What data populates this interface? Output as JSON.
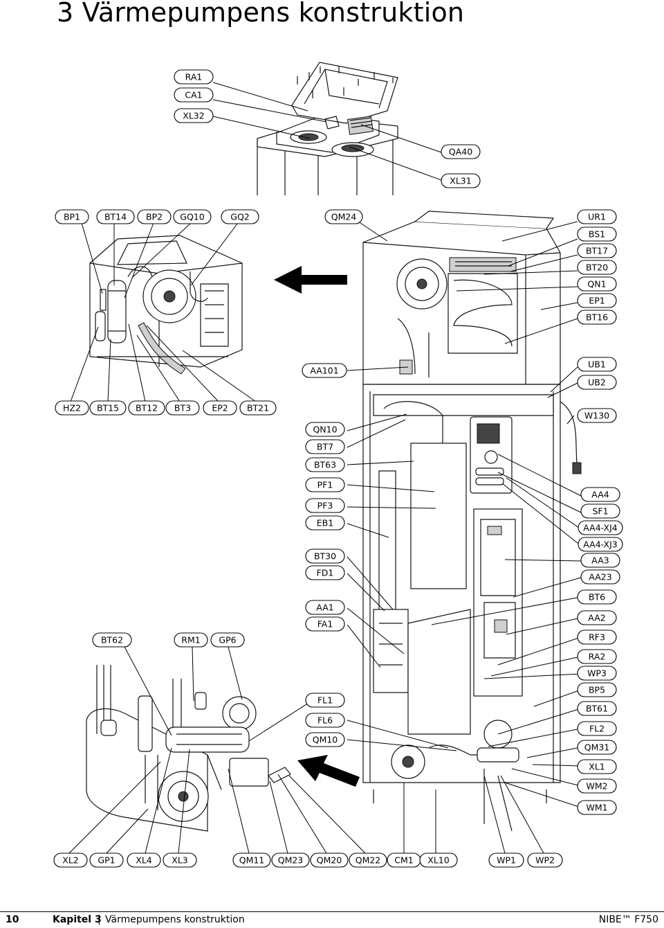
{
  "page_title": "3 Värmepumpens konstruktion",
  "labels": {
    "RA1": "RA1",
    "CA1": "CA1",
    "XL32": "XL32",
    "QA40": "QA40",
    "XL31": "XL31",
    "BP1": "BP1",
    "BT14": "BT14",
    "BP2": "BP2",
    "GQ10": "GQ10",
    "GQ2": "GQ2",
    "QM24": "QM24",
    "UR1": "UR1",
    "BS1": "BS1",
    "BT17": "BT17",
    "BT20": "BT20",
    "QN1": "QN1",
    "EP1": "EP1",
    "BT16": "BT16",
    "AA101": "AA101",
    "UB1": "UB1",
    "UB2": "UB2",
    "HZ2": "HZ2",
    "BT15": "BT15",
    "BT12": "BT12",
    "BT3": "BT3",
    "EP2": "EP2",
    "BT21": "BT21",
    "W130": "W130",
    "QN10": "QN10",
    "BT7": "BT7",
    "BT63": "BT63",
    "PF1": "PF1",
    "PF3": "PF3",
    "EB1": "EB1",
    "AA4": "AA4",
    "SF1": "SF1",
    "AA4-XJ4": "AA4-XJ4",
    "AA4-XJ3": "AA4-XJ3",
    "BT30": "BT30",
    "FD1": "FD1",
    "AA3": "AA3",
    "AA23": "AA23",
    "AA1": "AA1",
    "FA1": "FA1",
    "BT6": "BT6",
    "AA2": "AA2",
    "BT62": "BT62",
    "RM1": "RM1",
    "GP6": "GP6",
    "RF3": "RF3",
    "RA2": "RA2",
    "WP3": "WP3",
    "BP5": "BP5",
    "FL1": "FL1",
    "BT61": "BT61",
    "FL6": "FL6",
    "FL2": "FL2",
    "QM10": "QM10",
    "QM31": "QM31",
    "XL1": "XL1",
    "WM2": "WM2",
    "WM1": "WM1",
    "XL2": "XL2",
    "GP1": "GP1",
    "XL4": "XL4",
    "XL3": "XL3",
    "QM11": "QM11",
    "QM23": "QM23",
    "QM20": "QM20",
    "QM22": "QM22",
    "CM1": "CM1",
    "XL10": "XL10",
    "WP1": "WP1",
    "WP2": "WP2"
  },
  "footer": {
    "page_number": "10",
    "chapter_label": "Kapitel 3",
    "separator": "|",
    "chapter_title": "Värmepumpens konstruktion",
    "product": "NIBE™ F750"
  }
}
